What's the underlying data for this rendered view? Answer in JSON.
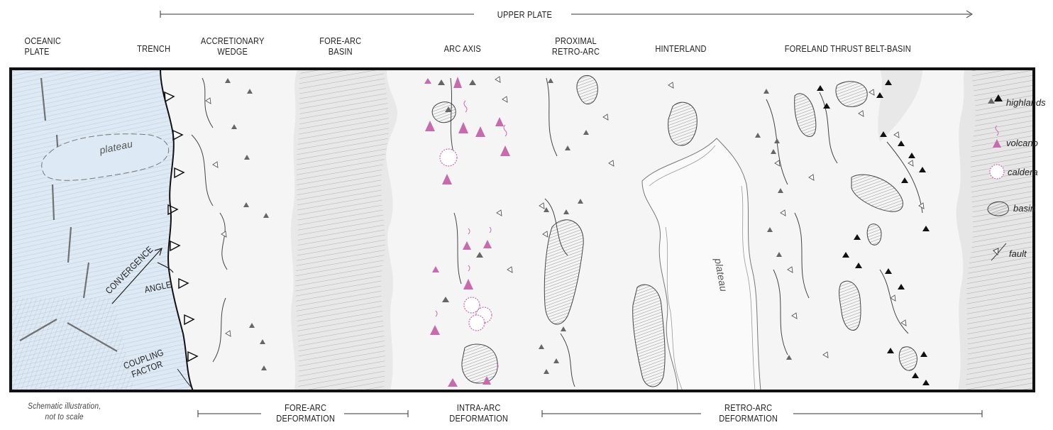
{
  "header": {
    "upper_plate": "UPPER PLATE"
  },
  "zones": [
    {
      "id": "oceanic",
      "line1": "OCEANIC",
      "line2": "PLATE"
    },
    {
      "id": "trench",
      "line1": "TRENCH",
      "line2": ""
    },
    {
      "id": "wedge",
      "line1": "ACCRETIONARY",
      "line2": "WEDGE"
    },
    {
      "id": "forearc",
      "line1": "FORE-ARC",
      "line2": "BASIN"
    },
    {
      "id": "arc",
      "line1": "ARC AXIS",
      "line2": ""
    },
    {
      "id": "proximal",
      "line1": "PROXIMAL",
      "line2": "RETRO-ARC"
    },
    {
      "id": "hinterland",
      "line1": "HINTERLAND",
      "line2": ""
    },
    {
      "id": "foreland",
      "line1": "FORELAND THRUST BELT-BASIN",
      "line2": ""
    }
  ],
  "map_labels": {
    "plateau_oceanic": "plateau",
    "plateau_hinterland": "plateau",
    "convergence": "CONVERGENCE",
    "angle": "ANGLE",
    "coupling1": "COUPLING",
    "coupling2": "FACTOR"
  },
  "legend": [
    {
      "key": "highlands",
      "label": "highlands",
      "icon": "highlands-icon"
    },
    {
      "key": "volcano",
      "label": "volcano",
      "icon": "volcano-icon"
    },
    {
      "key": "caldera",
      "label": "caldera",
      "icon": "caldera-icon"
    },
    {
      "key": "basin",
      "label": "basin",
      "icon": "basin-icon"
    },
    {
      "key": "fault",
      "label": "fault",
      "icon": "fault-icon"
    }
  ],
  "footer": {
    "note1": "Schematic illustration,",
    "note2": "not to scale",
    "forearc1": "FORE-ARC",
    "forearc2": "DEFORMATION",
    "intraarc1": "INTRA-ARC",
    "intraarc2": "DEFORMATION",
    "retroarc1": "RETRO-ARC",
    "retroarc2": "DEFORMATION"
  },
  "colors": {
    "ocean": "#dde9f4",
    "frame": "#111111",
    "land": "#f5f5f5",
    "basin_band": "#e6e6e6",
    "volcano": "#c86aae",
    "highland": "#666666",
    "highland_dark": "#111111"
  }
}
